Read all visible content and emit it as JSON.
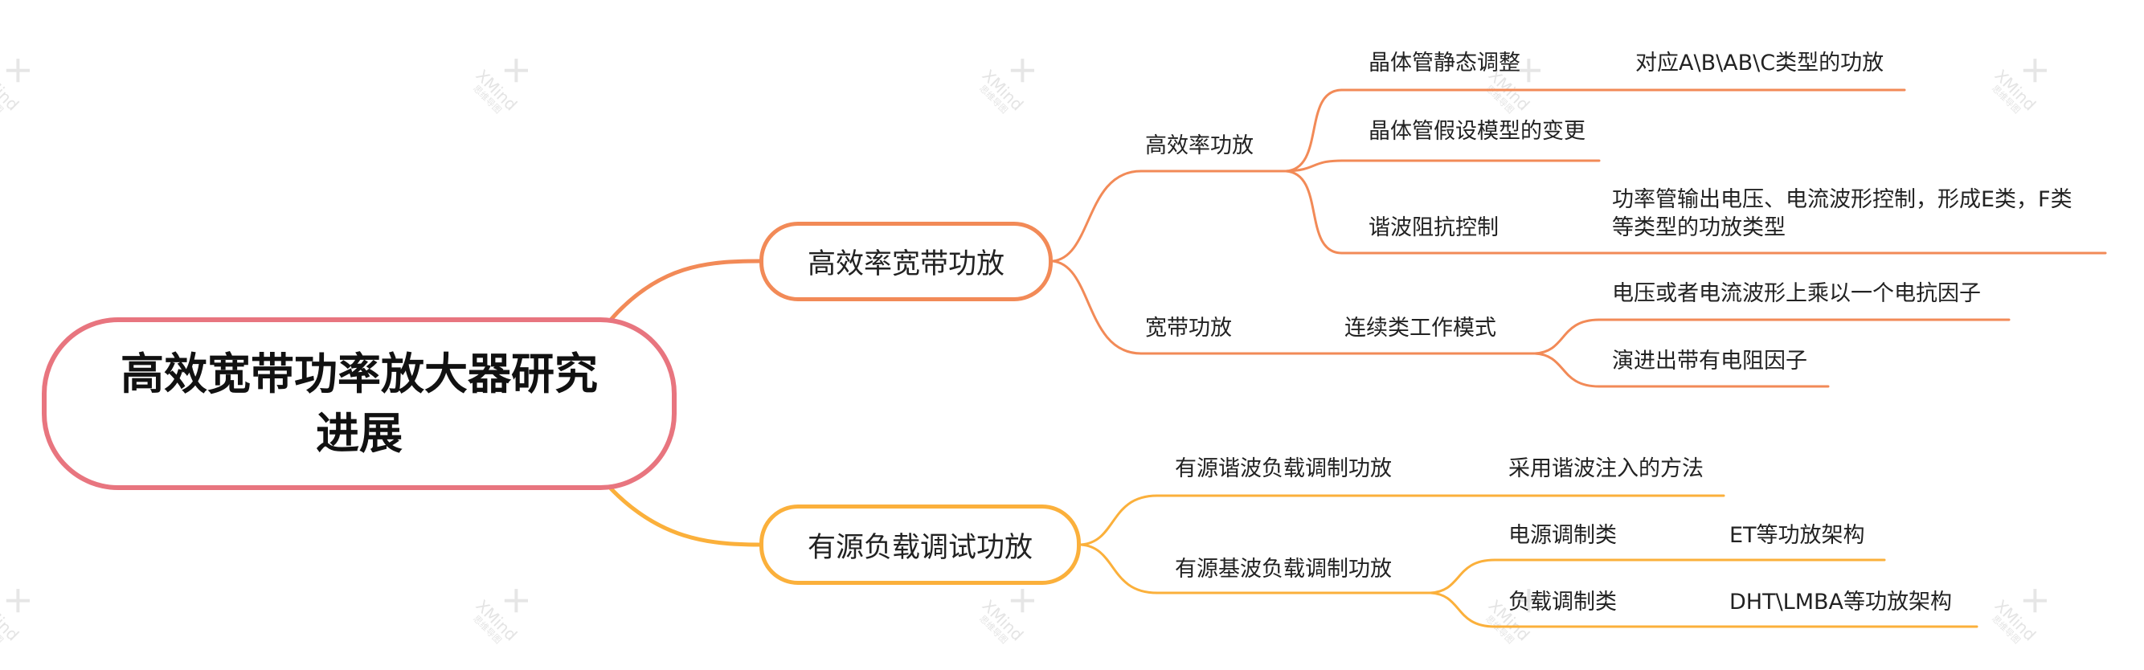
{
  "colors": {
    "central_border": "#e8757f",
    "upper_branch": "#f28a57",
    "lower_branch": "#fbb03b",
    "watermark": "#e4e4e4"
  },
  "watermark": {
    "brand": "XMind",
    "sub": "思维导图",
    "icon": "xmind-logo-icon"
  },
  "central": {
    "title": "高效宽带功率放大器研究进展"
  },
  "topics": {
    "t1": {
      "label": "高效率宽带功放",
      "high_eff": {
        "label": "高效率功放",
        "transistor_static": {
          "label": "晶体管静态调整",
          "note": "对应A\\B\\AB\\C类型的功放"
        },
        "transistor_model": {
          "label": "晶体管假设模型的变更"
        },
        "harmonic_impedance": {
          "label": "谐波阻抗控制",
          "note_line1": "功率管输出电压、电流波形控制，形成E类，F类",
          "note_line2": "等类型的功放类型"
        }
      },
      "broadband": {
        "label": "宽带功放",
        "continuous_mode": {
          "label": "连续类工作模式",
          "factor": "电压或者电流波形上乘以一个电抗因子",
          "resist": "演进出带有电阻因子"
        }
      }
    },
    "t2": {
      "label": "有源负载调试功放",
      "harmonic_mod": {
        "label": "有源谐波负载调制功放",
        "note": "采用谐波注入的方法"
      },
      "fundamental_mod": {
        "label": "有源基波负载调制功放",
        "supply_mod": {
          "label": "电源调制类",
          "note": "ET等功放架构"
        },
        "load_mod": {
          "label": "负载调制类",
          "note": "DHT\\LMBA等功放架构"
        }
      }
    }
  }
}
